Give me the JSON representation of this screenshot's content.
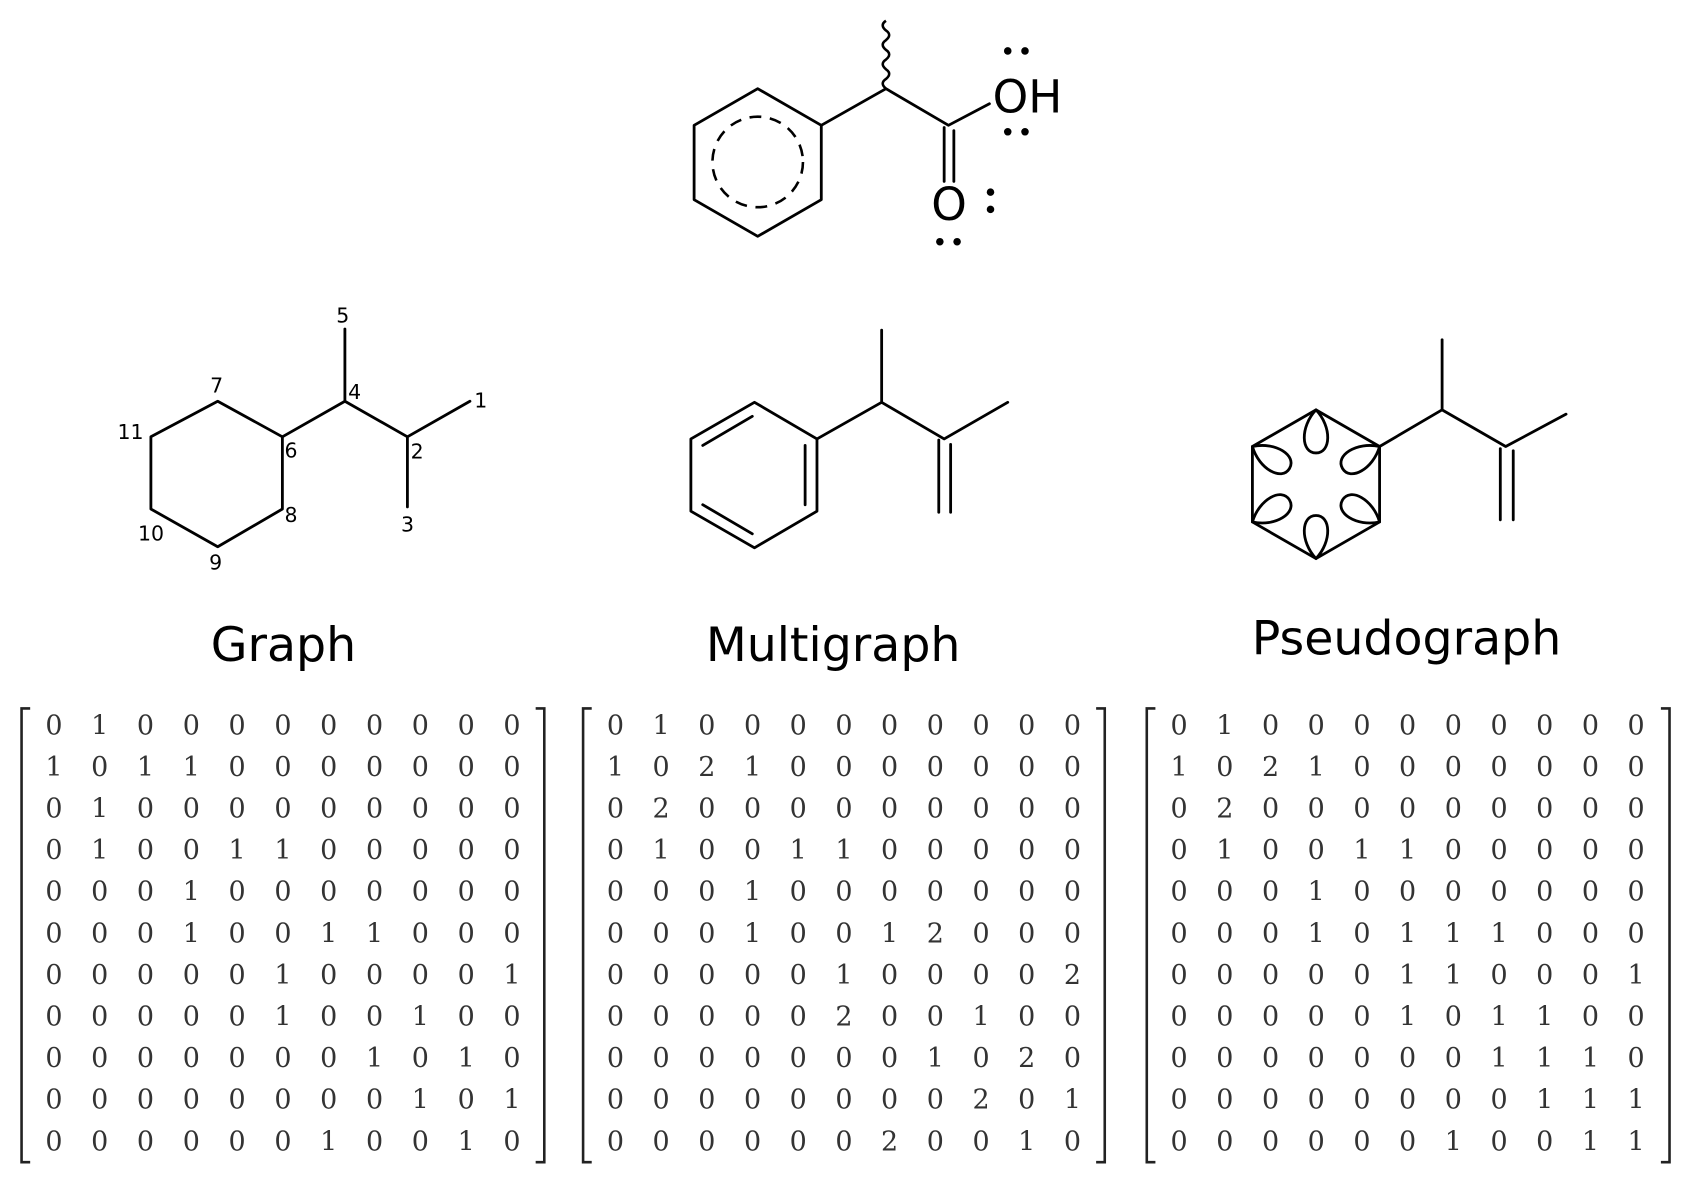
{
  "top_molecule": {
    "oh_label": "OH",
    "o_label": "O"
  },
  "graph": {
    "title": "Graph",
    "atom_labels": [
      "1",
      "2",
      "3",
      "4",
      "5",
      "6",
      "7",
      "8",
      "9",
      "10",
      "11"
    ],
    "matrix": [
      [
        0,
        1,
        0,
        0,
        0,
        0,
        0,
        0,
        0,
        0,
        0
      ],
      [
        1,
        0,
        1,
        1,
        0,
        0,
        0,
        0,
        0,
        0,
        0
      ],
      [
        0,
        1,
        0,
        0,
        0,
        0,
        0,
        0,
        0,
        0,
        0
      ],
      [
        0,
        1,
        0,
        0,
        1,
        1,
        0,
        0,
        0,
        0,
        0
      ],
      [
        0,
        0,
        0,
        1,
        0,
        0,
        0,
        0,
        0,
        0,
        0
      ],
      [
        0,
        0,
        0,
        1,
        0,
        0,
        1,
        1,
        0,
        0,
        0
      ],
      [
        0,
        0,
        0,
        0,
        0,
        1,
        0,
        0,
        0,
        0,
        1
      ],
      [
        0,
        0,
        0,
        0,
        0,
        1,
        0,
        0,
        1,
        0,
        0
      ],
      [
        0,
        0,
        0,
        0,
        0,
        0,
        0,
        1,
        0,
        1,
        0
      ],
      [
        0,
        0,
        0,
        0,
        0,
        0,
        0,
        0,
        1,
        0,
        1
      ],
      [
        0,
        0,
        0,
        0,
        0,
        0,
        1,
        0,
        0,
        1,
        0
      ]
    ]
  },
  "multigraph": {
    "title": "Multigraph",
    "matrix": [
      [
        0,
        1,
        0,
        0,
        0,
        0,
        0,
        0,
        0,
        0,
        0
      ],
      [
        1,
        0,
        2,
        1,
        0,
        0,
        0,
        0,
        0,
        0,
        0
      ],
      [
        0,
        2,
        0,
        0,
        0,
        0,
        0,
        0,
        0,
        0,
        0
      ],
      [
        0,
        1,
        0,
        0,
        1,
        1,
        0,
        0,
        0,
        0,
        0
      ],
      [
        0,
        0,
        0,
        1,
        0,
        0,
        0,
        0,
        0,
        0,
        0
      ],
      [
        0,
        0,
        0,
        1,
        0,
        0,
        1,
        2,
        0,
        0,
        0
      ],
      [
        0,
        0,
        0,
        0,
        0,
        1,
        0,
        0,
        0,
        0,
        2
      ],
      [
        0,
        0,
        0,
        0,
        0,
        2,
        0,
        0,
        1,
        0,
        0
      ],
      [
        0,
        0,
        0,
        0,
        0,
        0,
        0,
        1,
        0,
        2,
        0
      ],
      [
        0,
        0,
        0,
        0,
        0,
        0,
        0,
        0,
        2,
        0,
        1
      ],
      [
        0,
        0,
        0,
        0,
        0,
        0,
        2,
        0,
        0,
        1,
        0
      ]
    ]
  },
  "pseudograph": {
    "title": "Pseudograph",
    "matrix": [
      [
        0,
        1,
        0,
        0,
        0,
        0,
        0,
        0,
        0,
        0,
        0
      ],
      [
        1,
        0,
        2,
        1,
        0,
        0,
        0,
        0,
        0,
        0,
        0
      ],
      [
        0,
        2,
        0,
        0,
        0,
        0,
        0,
        0,
        0,
        0,
        0
      ],
      [
        0,
        1,
        0,
        0,
        1,
        1,
        0,
        0,
        0,
        0,
        0
      ],
      [
        0,
        0,
        0,
        1,
        0,
        0,
        0,
        0,
        0,
        0,
        0
      ],
      [
        0,
        0,
        0,
        1,
        0,
        1,
        1,
        1,
        0,
        0,
        0
      ],
      [
        0,
        0,
        0,
        0,
        0,
        1,
        1,
        0,
        0,
        0,
        1
      ],
      [
        0,
        0,
        0,
        0,
        0,
        1,
        0,
        1,
        1,
        0,
        0
      ],
      [
        0,
        0,
        0,
        0,
        0,
        0,
        0,
        1,
        1,
        1,
        0
      ],
      [
        0,
        0,
        0,
        0,
        0,
        0,
        0,
        0,
        1,
        1,
        1
      ],
      [
        0,
        0,
        0,
        0,
        0,
        0,
        1,
        0,
        0,
        1,
        1
      ]
    ]
  }
}
